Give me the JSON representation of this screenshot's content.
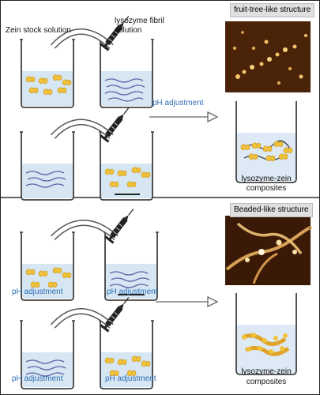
{
  "panel_top": {
    "title": "fruit-tree-like structure",
    "zein_stock": "Zein stock solution",
    "lysozyme_fibril_line1": "lysozyme  fibril",
    "lysozyme_fibril_line2": "solution",
    "ph_adjustment": "pH adjustment",
    "composite_line1": "lysozyme-zein",
    "composite_line2": "composites"
  },
  "panel_bottom": {
    "title": "Beaded-like structure",
    "ph_adjustment_1": "pH adjustment",
    "ph_adjustment_2": "pH adjustment",
    "ph_adjustment_3": "pH adjustment",
    "ph_adjustment_4": "pH adjustment",
    "composite_line1": "lysozyme-zein",
    "composite_line2": "composites"
  },
  "colors": {
    "zein": "#f2c23a",
    "fibril": "#5a64a8",
    "solution": "#d6e6f2",
    "label_blue": "#2f6eb8",
    "afm_dark": "#3a1a06"
  }
}
